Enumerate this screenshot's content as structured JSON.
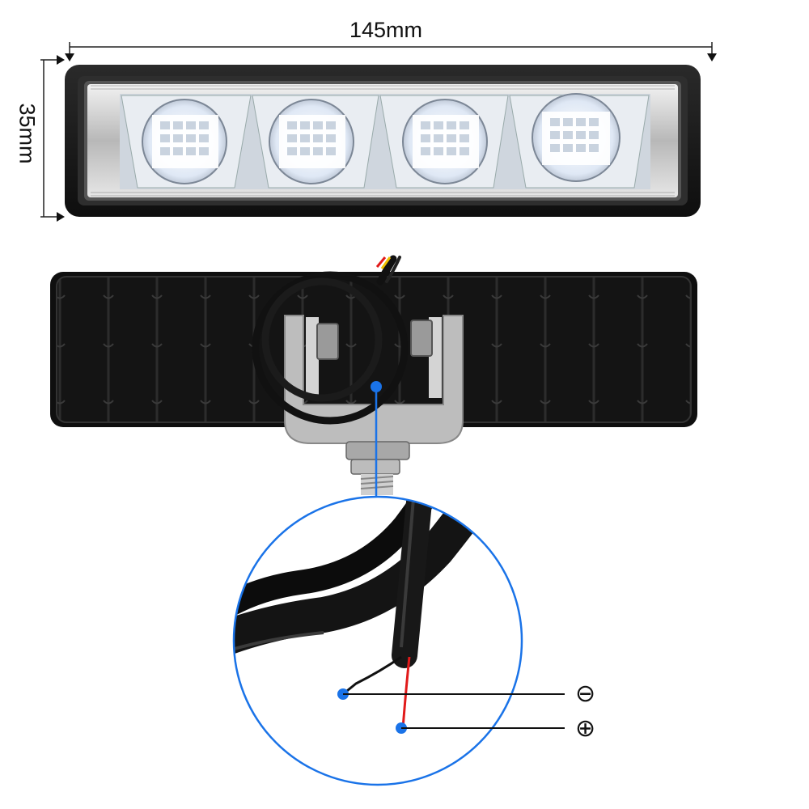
{
  "dimensions": {
    "width_label": "145mm",
    "height_label": "35mm"
  },
  "wiring": {
    "negative_symbol": "⊖",
    "positive_symbol": "⊕",
    "negative_wire_color": "#111111",
    "positive_wire_color": "#e11a1a",
    "callout_color": "#1a73e8"
  },
  "product": {
    "led_modules": 4,
    "housing_color": "#1a1a1a",
    "bracket_color": "#c8c8c8"
  }
}
